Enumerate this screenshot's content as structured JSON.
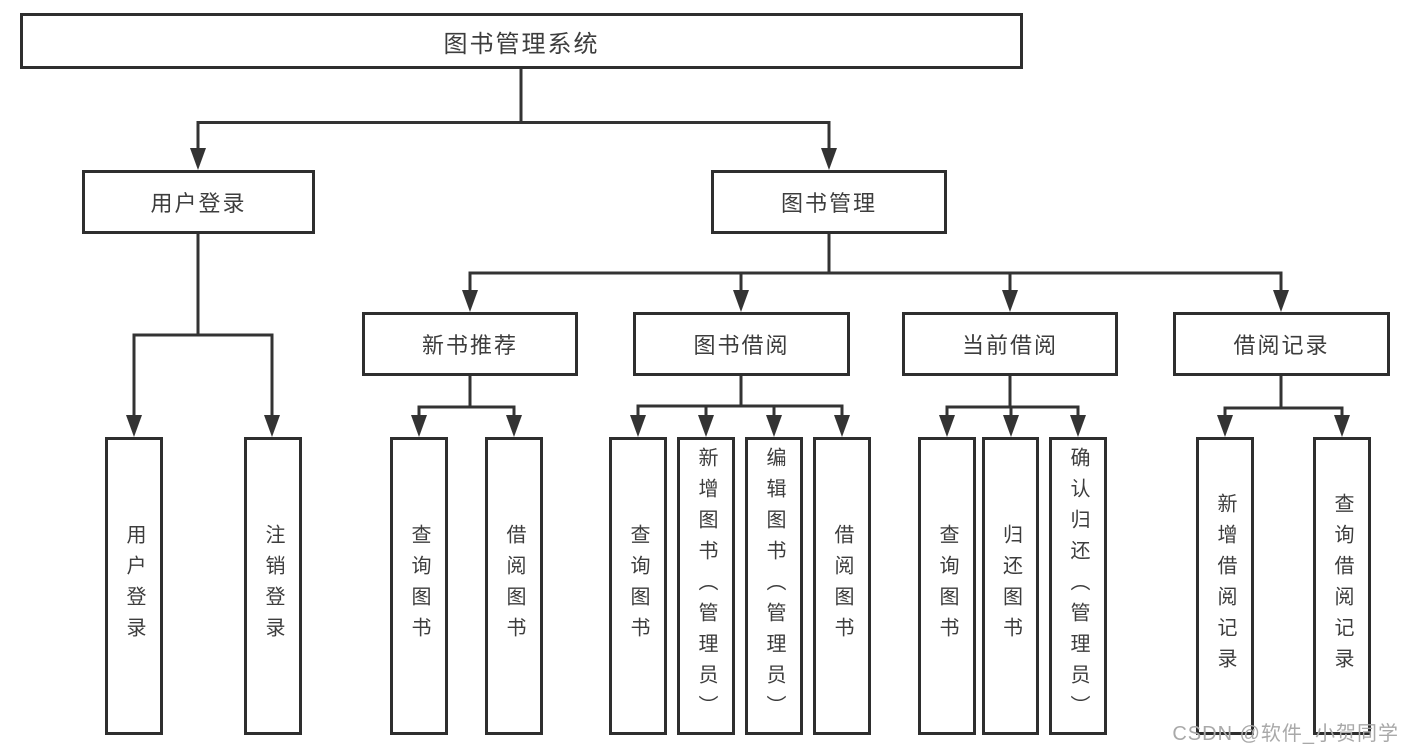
{
  "diagram": {
    "title": "图书管理系统",
    "root": {
      "label": "图书管理系统"
    },
    "level2": [
      {
        "label": "用户登录"
      },
      {
        "label": "图书管理"
      }
    ],
    "level3": [
      {
        "label": "新书推荐"
      },
      {
        "label": "图书借阅"
      },
      {
        "label": "当前借阅"
      },
      {
        "label": "借阅记录"
      }
    ],
    "leaves": {
      "user_login": [
        "用户登录",
        "注销登录"
      ],
      "new_book": [
        "查询图书",
        "借阅图书"
      ],
      "book_borrow": [
        "查询图书",
        "新增图书（管理员）",
        "编辑图书（管理员）",
        "借阅图书"
      ],
      "current_borrow": [
        "查询图书",
        "归还图书",
        "确认归还（管理员）"
      ],
      "borrow_record": [
        "新增借阅记录",
        "查询借阅记录"
      ]
    }
  },
  "watermark": {
    "text": "CSDN @软件_小贺同学"
  },
  "colors": {
    "line": "#333333",
    "border": "#2e2e2e",
    "text": "#3d3d3d",
    "watermark": "#a9a9a9",
    "background": "#ffffff"
  }
}
